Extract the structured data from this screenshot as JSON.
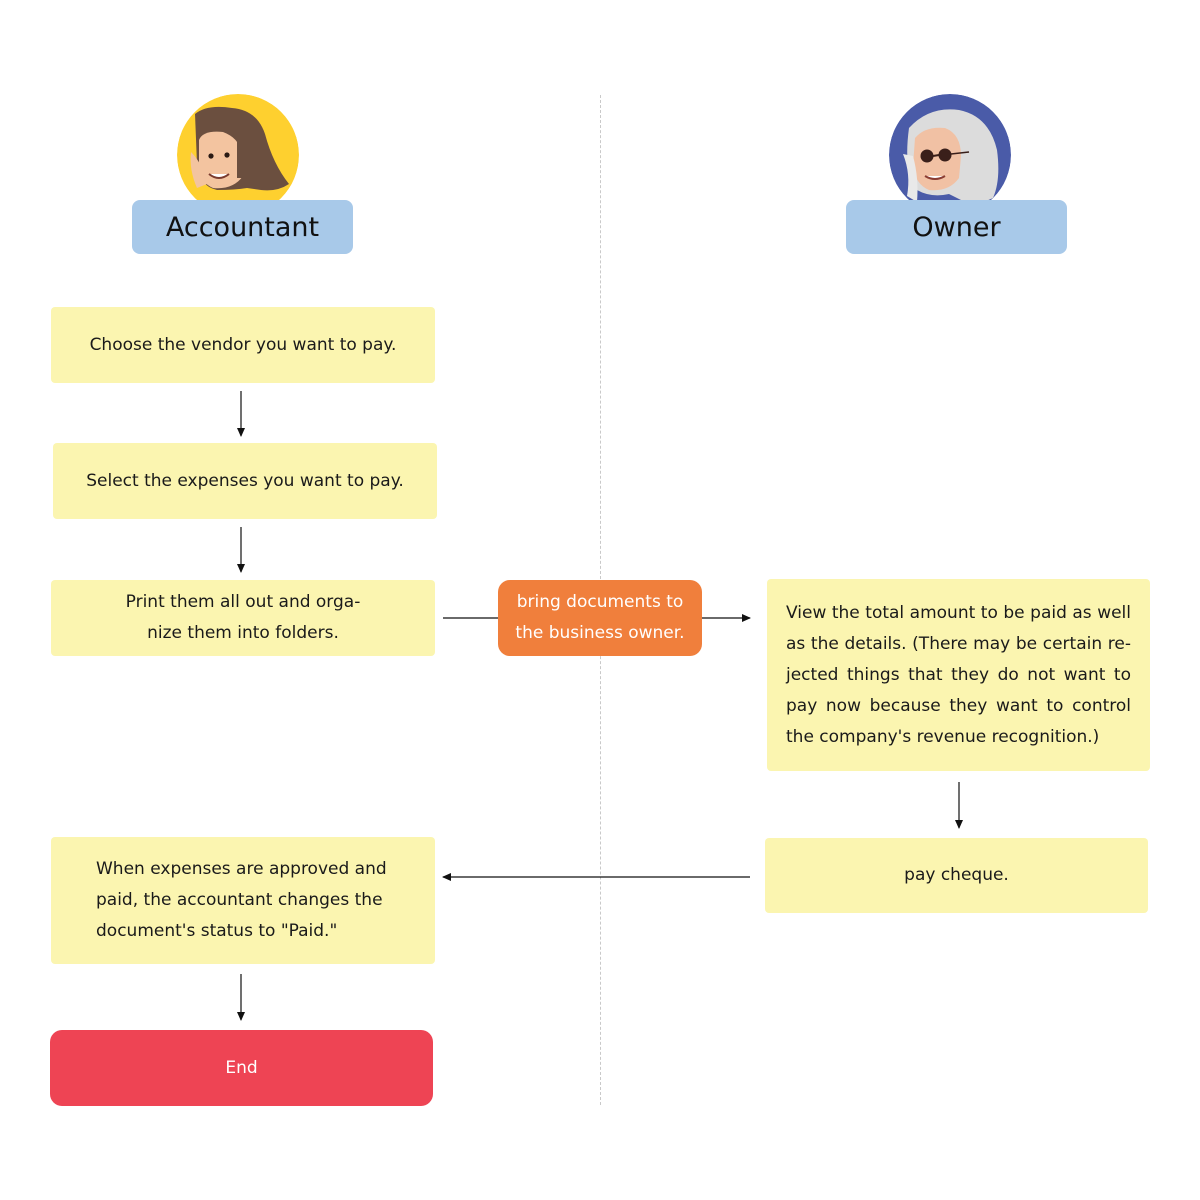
{
  "lanes": {
    "accountant": {
      "label": "Accountant",
      "avatar_icon": "woman-avatar-icon",
      "avatar_bg": "#fed02f"
    },
    "owner": {
      "label": "Owner",
      "avatar_icon": "elderly-woman-sunglasses-avatar-icon",
      "avatar_bg": "#4a5ba8"
    }
  },
  "steps": {
    "choose_vendor": "Choose the vendor you want to pay.",
    "select_expenses": "Select the expenses you want to pay.",
    "print_organize": "Print them all out and orga-\nnize them into folders.",
    "view_total": "View the total amount to be paid as well as the details. (There may be certain re-jected things that they do not want to pay now because they want to control the company's revenue recognition.)",
    "pay_cheque": "pay cheque.",
    "change_status": "When expenses are approved and paid, the accountant changes the document's status to \"Paid.\"",
    "end": "End"
  },
  "handoff": {
    "label": "bring documents to\nthe business owner."
  },
  "colors": {
    "role_box": "#a8c9e9",
    "step_box": "#fbf5b0",
    "handoff_box": "#f07f3c",
    "end_box": "#ee4454",
    "divider": "#c9c9c9"
  }
}
